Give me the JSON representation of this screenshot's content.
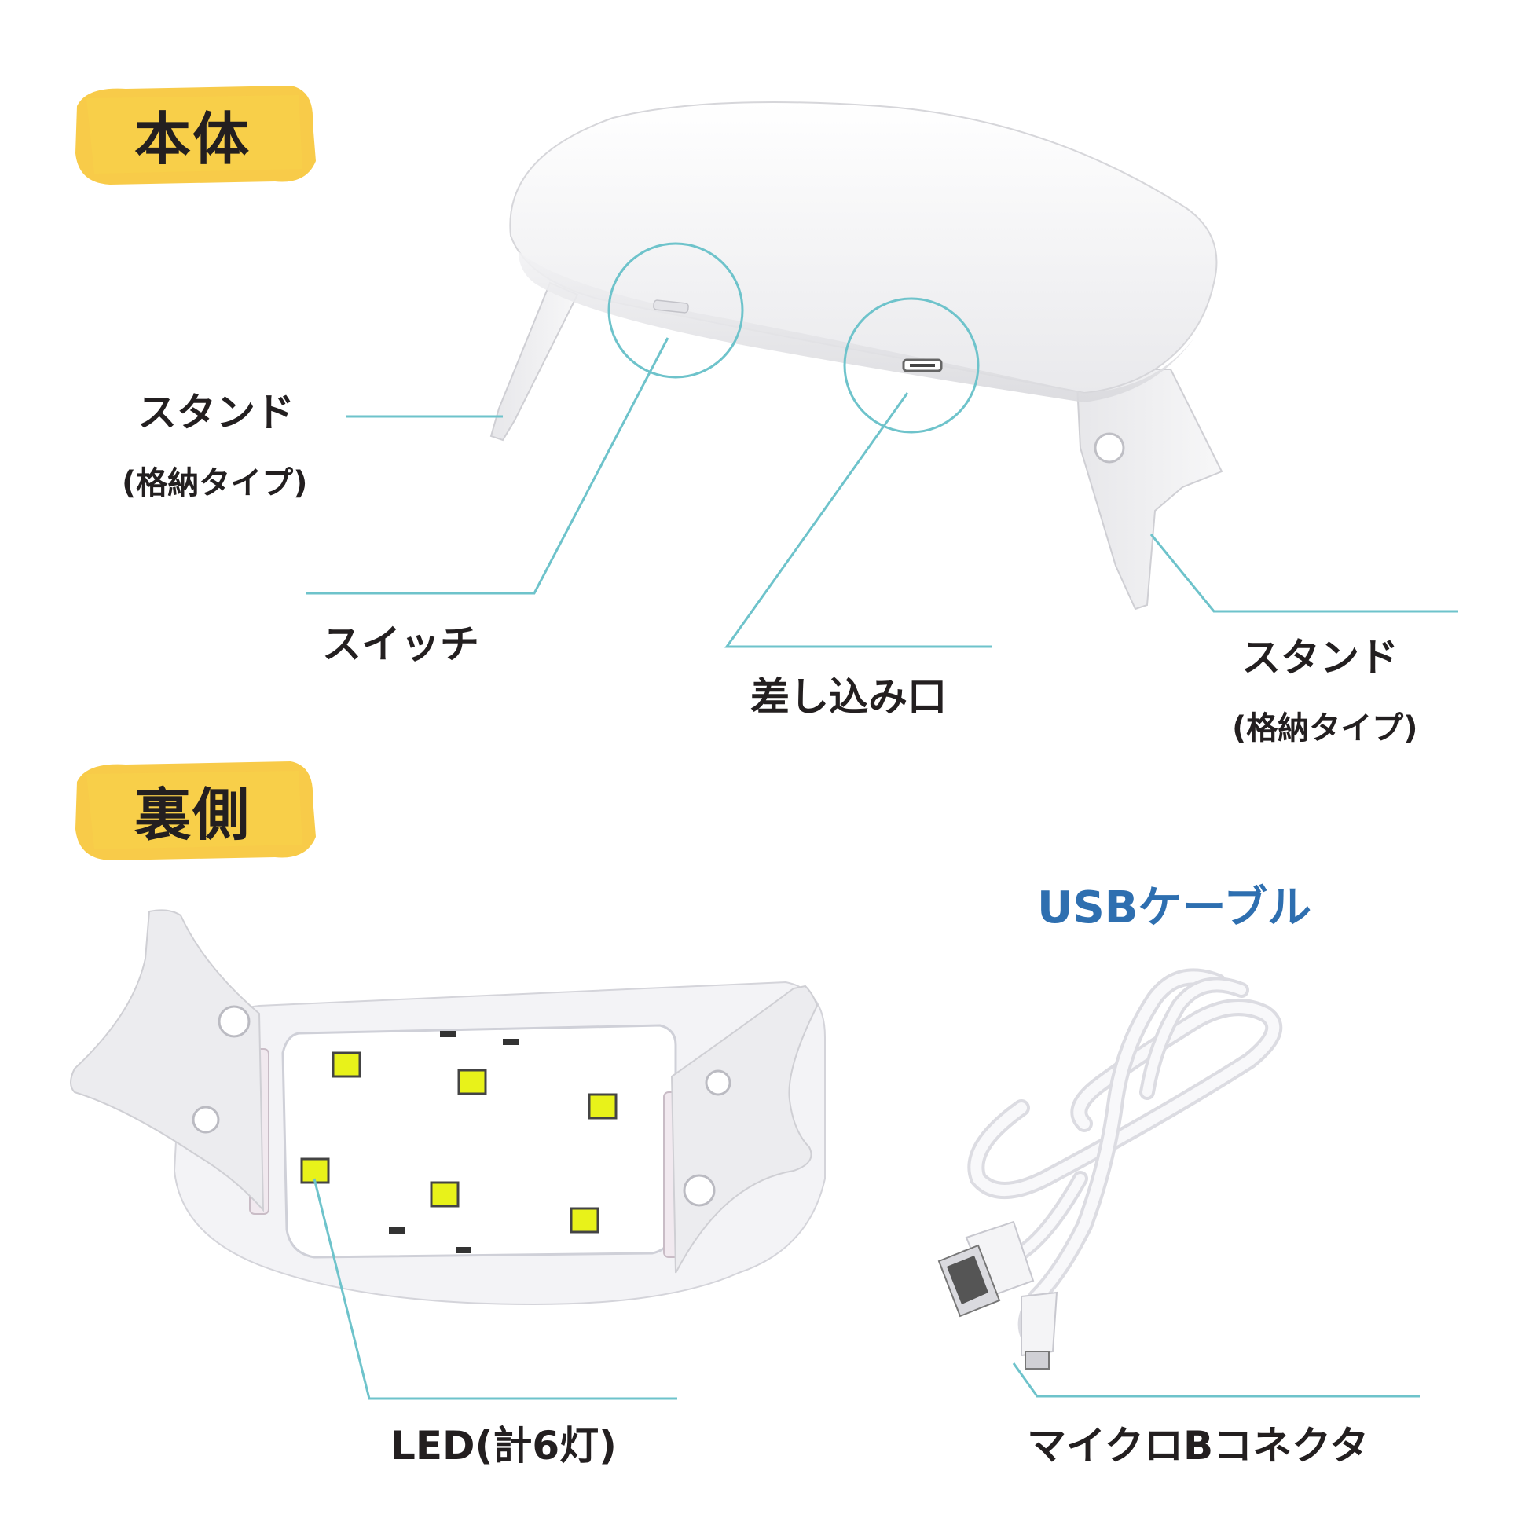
{
  "sections": {
    "body_title": "本体",
    "back_title": "裏側"
  },
  "labels": {
    "stand_left": "スタンド",
    "stand_left_sub": "(格納タイプ)",
    "switch": "スイッチ",
    "port": "差し込み口",
    "stand_right": "スタンド",
    "stand_right_sub": "(格納タイプ)",
    "led": "LED(計6灯)",
    "connector": "マイクロBコネクタ"
  },
  "usb_title": "USBケーブル",
  "colors": {
    "leader_line": "#6ec3cb",
    "tag_highlight": "#f7c535",
    "usb_title": "#2e6fb0",
    "led": "#e8f21a",
    "text": "#231f20"
  }
}
